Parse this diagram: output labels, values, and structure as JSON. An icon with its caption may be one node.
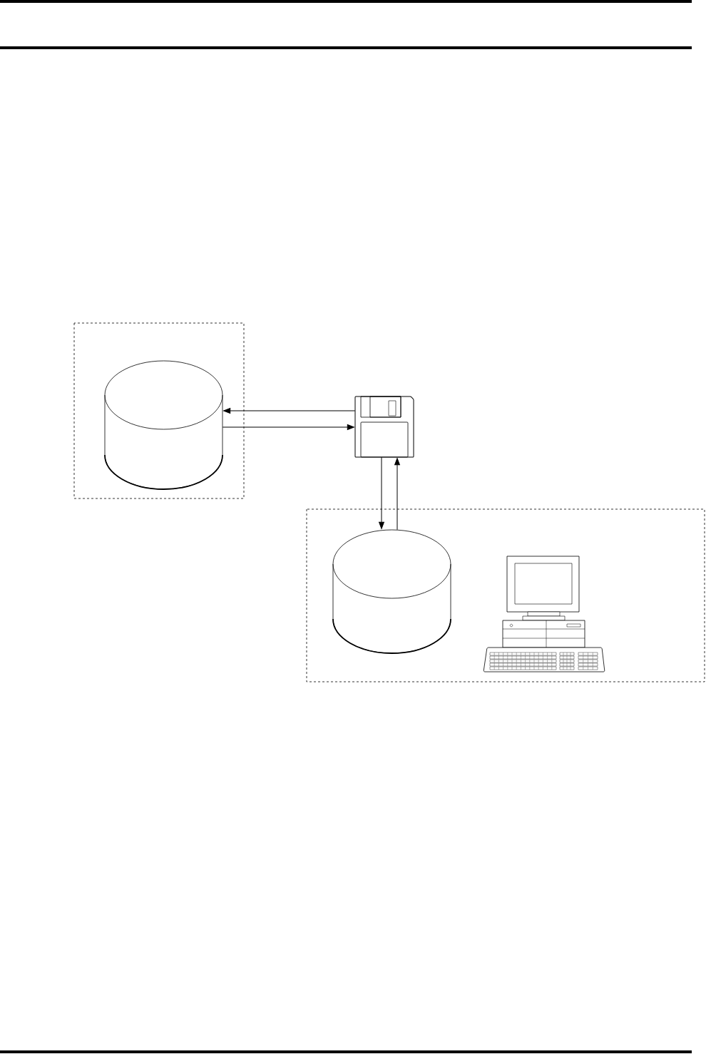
{
  "diagram": {
    "nodes": [
      {
        "text": [],
        "shape": "box"
      },
      {
        "text": [],
        "shape": "cylinder",
        "in": 0
      },
      {
        "text": [],
        "shape": "picture"
      },
      {
        "text": [],
        "shape": "box"
      },
      {
        "text": [],
        "shape": "cylinder",
        "in": 3
      }
    ],
    "edges": [
      {
        "from": 2,
        "to": 1,
        "arrow": "to"
      },
      {
        "from": 1,
        "to": 2,
        "arrow": "to"
      },
      {
        "from": 2,
        "to": 4,
        "arrow": "to"
      },
      {
        "from": 4,
        "to": 2,
        "arrow": "to"
      }
    ]
  }
}
